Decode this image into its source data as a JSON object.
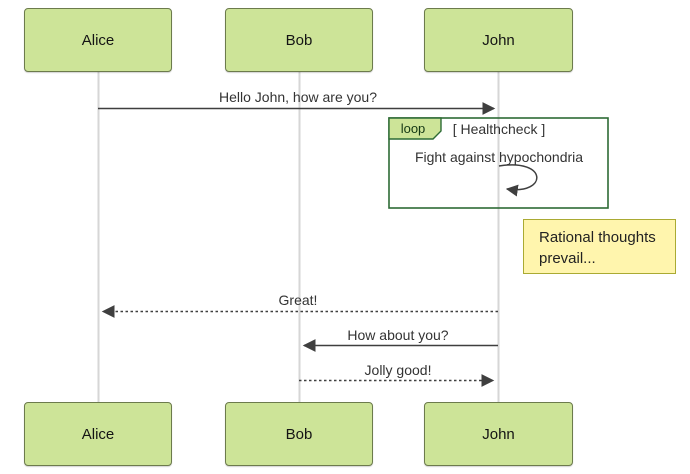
{
  "diagram": {
    "type": "sequence-diagram",
    "actors": [
      "Alice",
      "Bob",
      "John"
    ],
    "messages": [
      {
        "from": "Alice",
        "to": "John",
        "text": "Hello John, how are you?",
        "style": "solid"
      },
      {
        "from": "John",
        "to": "John",
        "text": "Fight against hypochondria",
        "style": "self-loop"
      },
      {
        "from": "John",
        "to": "Alice",
        "text": "Great!",
        "style": "dashed"
      },
      {
        "from": "John",
        "to": "Bob",
        "text": "How about you?",
        "style": "solid"
      },
      {
        "from": "Bob",
        "to": "John",
        "text": "Jolly good!",
        "style": "dashed"
      }
    ],
    "loop": {
      "label": "loop",
      "condition": "[ Healthcheck ]"
    },
    "note": {
      "lines": [
        "Rational thoughts",
        "prevail..."
      ]
    },
    "colors": {
      "actor_fill": "#cde498",
      "actor_border": "#6c7b4c",
      "note_fill": "#fff5ad",
      "note_border": "#aaaa33",
      "loop_border": "#2d6b35",
      "arrow": "#3f3f3f",
      "lifeline": "#d6d6d6",
      "text": "#333333"
    }
  }
}
